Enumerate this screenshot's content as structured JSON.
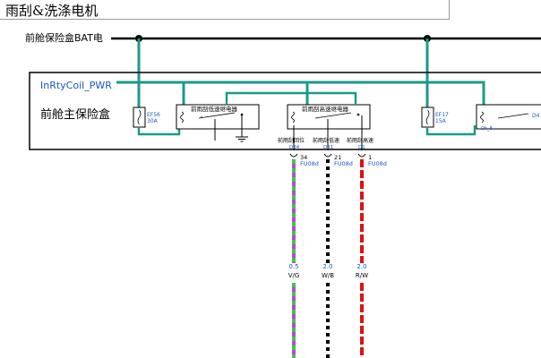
{
  "title": "雨刮&洗涤电机",
  "bat_label": "前舱保险盒BAT电",
  "coil_label": "InRtyCoil_PWR",
  "fusebox_label": "前舱主保险盒",
  "fuses": [
    {
      "id": "EF56",
      "rating": "30A"
    },
    {
      "id": "EF17",
      "rating": "15A"
    }
  ],
  "relays": [
    {
      "label": "前雨刮低速继电器"
    },
    {
      "label": "前雨刮高速继电器"
    },
    {
      "label": "D4"
    }
  ],
  "relay3_pin": "Oh_8",
  "pins": [
    {
      "label": "前雨刮回位",
      "pin_id": "D34",
      "num": "34",
      "connector": "FU08d",
      "wire_size": "0.5",
      "wire_color": "V/G"
    },
    {
      "label": "前雨刮低速",
      "pin_id": "D21",
      "num": "21",
      "connector": "FU08d",
      "wire_size": "2.0",
      "wire_color": "W/B"
    },
    {
      "label": "前雨刮高速",
      "pin_id": "D1",
      "num": "1",
      "connector": "FU08d",
      "wire_size": "2.0",
      "wire_color": "R/W"
    }
  ],
  "colors": {
    "teal": "#1a9a8a",
    "blue_text": "#1a56c9",
    "violet": "#b04ae0",
    "green": "#44c444",
    "black": "#000000",
    "red": "#e01010"
  }
}
